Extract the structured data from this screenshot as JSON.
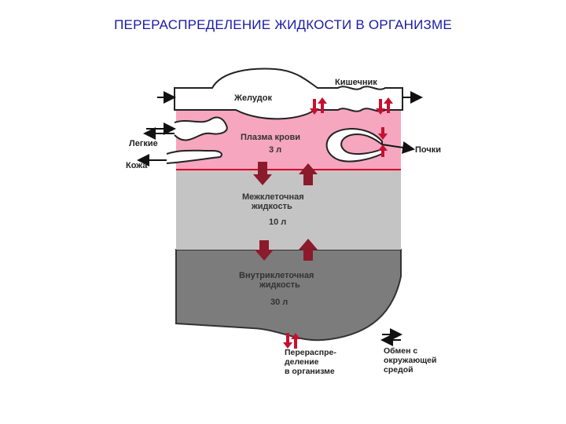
{
  "title": "ПЕРЕРАСПРЕДЕЛЕНИЕ ЖИДКОСТИ В ОРГАНИЗМЕ",
  "organs": {
    "stomach": "Желудок",
    "intestine": "Кишечник",
    "lungs": "Легкие",
    "skin": "Кожа",
    "kidneys": "Почки"
  },
  "compartments": {
    "plasma": {
      "name": "Плазма крови",
      "volume": "3 л",
      "color": "#f6a6bf"
    },
    "interstitial": {
      "name_line1": "Межклеточная",
      "name_line2": "жидкость",
      "volume": "10 л",
      "color": "#c4c4c4"
    },
    "intracellular": {
      "name_line1": "Внутриклеточная",
      "name_line2": "жидкость",
      "volume": "30 л",
      "color": "#7c7c7c"
    }
  },
  "legend": {
    "redistribution": {
      "line1": "Перераспре-",
      "line2": "деление",
      "line3": "в организме",
      "color": "#c8102e"
    },
    "exchange": {
      "line1": "Обмен с",
      "line2": "окружающей",
      "line3": "средой",
      "color": "#111111"
    }
  }
}
